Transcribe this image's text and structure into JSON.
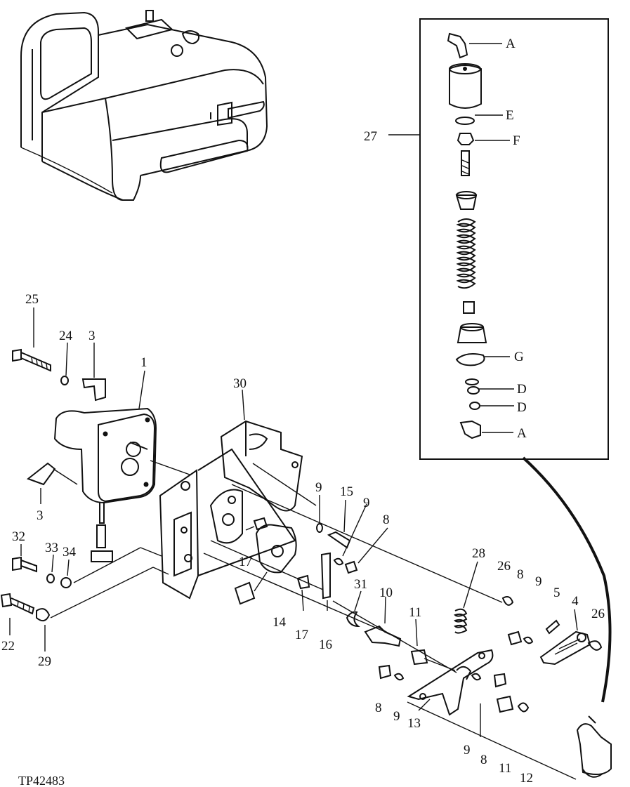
{
  "figure_id": "TP42483",
  "inset": {
    "callout_number": "27",
    "letters": [
      {
        "text": "A"
      },
      {
        "text": "E"
      },
      {
        "text": "F"
      },
      {
        "text": "G"
      },
      {
        "text": "D"
      },
      {
        "text": "D"
      },
      {
        "text": "A"
      }
    ]
  },
  "callouts": [
    {
      "id": "c25",
      "text": "25"
    },
    {
      "id": "c24",
      "text": "24"
    },
    {
      "id": "c3a",
      "text": "3"
    },
    {
      "id": "c1",
      "text": "1"
    },
    {
      "id": "c30",
      "text": "30"
    },
    {
      "id": "c3b",
      "text": "3"
    },
    {
      "id": "c9a",
      "text": "9"
    },
    {
      "id": "c15",
      "text": "15"
    },
    {
      "id": "c9b",
      "text": "9"
    },
    {
      "id": "c8a",
      "text": "8"
    },
    {
      "id": "c32",
      "text": "32"
    },
    {
      "id": "c33",
      "text": "33"
    },
    {
      "id": "c34",
      "text": "34"
    },
    {
      "id": "c17a",
      "text": "17"
    },
    {
      "id": "c28",
      "text": "28"
    },
    {
      "id": "c26a",
      "text": "26"
    },
    {
      "id": "c8b",
      "text": "8"
    },
    {
      "id": "c9c",
      "text": "9"
    },
    {
      "id": "c5",
      "text": "5"
    },
    {
      "id": "c4",
      "text": "4"
    },
    {
      "id": "c26b",
      "text": "26"
    },
    {
      "id": "c31",
      "text": "31"
    },
    {
      "id": "c10",
      "text": "10"
    },
    {
      "id": "c11a",
      "text": "11"
    },
    {
      "id": "c14",
      "text": "14"
    },
    {
      "id": "c17b",
      "text": "17"
    },
    {
      "id": "c16",
      "text": "16"
    },
    {
      "id": "c22",
      "text": "22"
    },
    {
      "id": "c29",
      "text": "29"
    },
    {
      "id": "c8c",
      "text": "8"
    },
    {
      "id": "c9d",
      "text": "9"
    },
    {
      "id": "c13",
      "text": "13"
    },
    {
      "id": "c9e",
      "text": "9"
    },
    {
      "id": "c8d",
      "text": "8"
    },
    {
      "id": "c11b",
      "text": "11"
    },
    {
      "id": "c12",
      "text": "12"
    }
  ]
}
